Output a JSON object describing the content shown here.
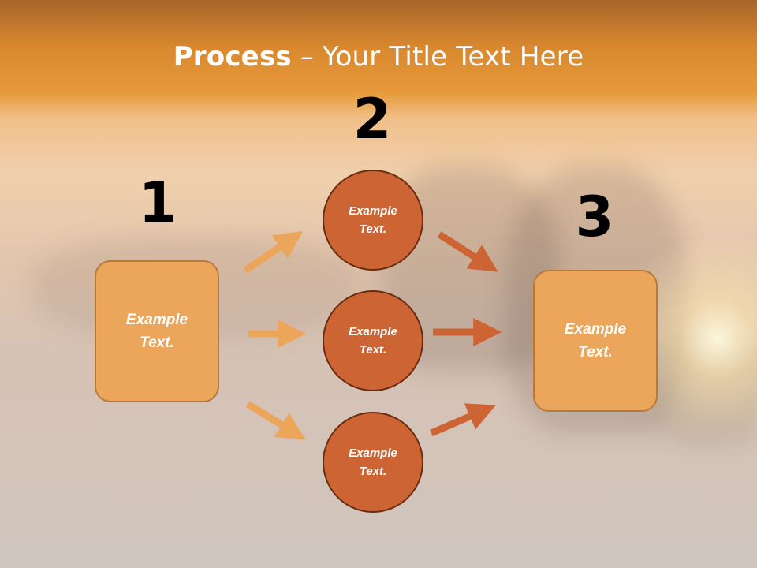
{
  "title": {
    "bold": "Process",
    "rest": " – Your Title Text Here"
  },
  "steps": {
    "one": "1",
    "two": "2",
    "three": "3"
  },
  "boxes": {
    "left_text_line1": "Example",
    "left_text_line2": "Text.",
    "right_text_line1": "Example",
    "right_text_line2": "Text."
  },
  "circles": [
    {
      "line1": "Example",
      "line2": "Text."
    },
    {
      "line1": "Example",
      "line2": "Text."
    },
    {
      "line1": "Example",
      "line2": "Text."
    }
  ],
  "colors": {
    "box_fill": "#eca65c",
    "circle_fill": "#cc6433",
    "arrow_light": "#eca65c",
    "arrow_dark": "#cc6433"
  }
}
